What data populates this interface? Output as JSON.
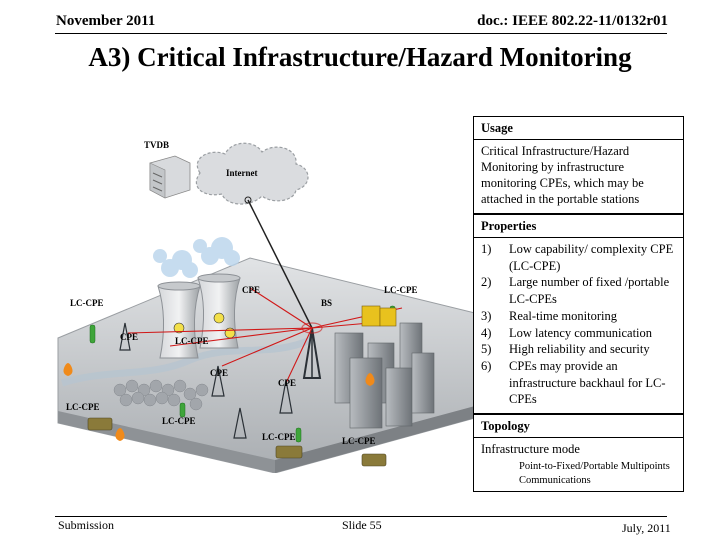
{
  "header": {
    "date": "November 2011",
    "doc_id": "doc.: IEEE 802.22-11/0132r01"
  },
  "title": "A3) Critical Infrastructure/Hazard Monitoring",
  "diagram": {
    "labels": {
      "tvdb": "TVDB",
      "internet": "Internet",
      "bs": "BS",
      "lc_cpe": "LC-CPE",
      "cpe": "CPE"
    }
  },
  "panel": {
    "usage": {
      "heading": "Usage",
      "text": "Critical Infrastructure/Hazard Monitoring by infrastructure monitoring CPEs, which may be attached in the portable stations"
    },
    "properties": {
      "heading": "Properties",
      "items": [
        {
          "num": "1)",
          "text": "Low capability/ complexity CPE (LC-CPE)"
        },
        {
          "num": "2)",
          "text": "Large number of fixed /portable LC-CPEs"
        },
        {
          "num": "3)",
          "text": "Real-time monitoring"
        },
        {
          "num": "4)",
          "text": "Low latency communication"
        },
        {
          "num": "5)",
          "text": "High reliability and security"
        },
        {
          "num": "6)",
          "text": "CPEs may provide an infrastructure backhaul for LC-CPEs"
        }
      ]
    },
    "topology": {
      "heading": "Topology",
      "text": "Infrastructure mode",
      "sub": "Point-to-Fixed/Portable Multipoints Communications"
    }
  },
  "footer": {
    "submission": "Submission",
    "slide": "Slide 55",
    "date": "July, 2011"
  },
  "colors": {
    "ground": "#c8cacc",
    "cloud": "#d9dbde",
    "building": "#8d9196",
    "link": "#d01818",
    "internet_link": "#222222"
  }
}
